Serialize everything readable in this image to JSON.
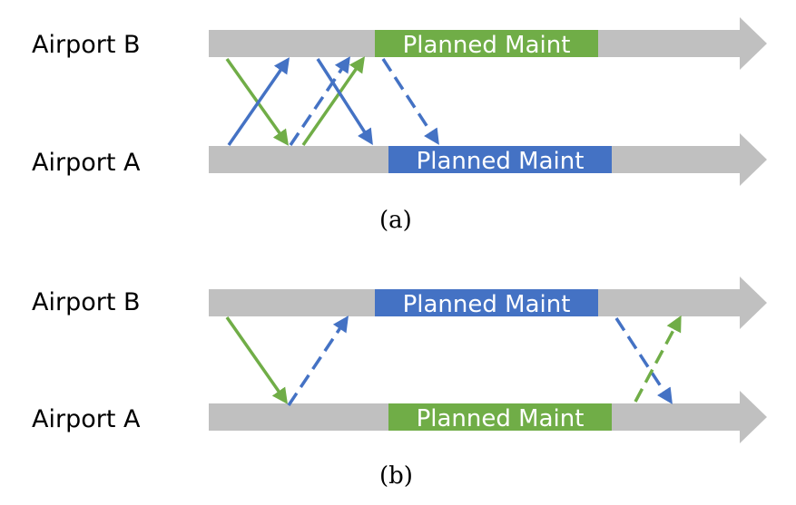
{
  "colors": {
    "timeline": "#c0c0c0",
    "green": "#70ad47",
    "blue": "#4472c4",
    "label_text": "#000000",
    "maint_text": "#ffffff"
  },
  "panels": [
    {
      "caption": "(a)",
      "airport_b_label": "Airport B",
      "airport_a_label": "Airport A",
      "maint_b": {
        "label": "Planned Maint",
        "color": "green"
      },
      "maint_a": {
        "label": "Planned Maint",
        "color": "blue"
      }
    },
    {
      "caption": "(b)",
      "airport_b_label": "Airport B",
      "airport_a_label": "Airport A",
      "maint_b": {
        "label": "Planned Maint",
        "color": "blue"
      },
      "maint_a": {
        "label": "Planned Maint",
        "color": "green"
      }
    }
  ]
}
